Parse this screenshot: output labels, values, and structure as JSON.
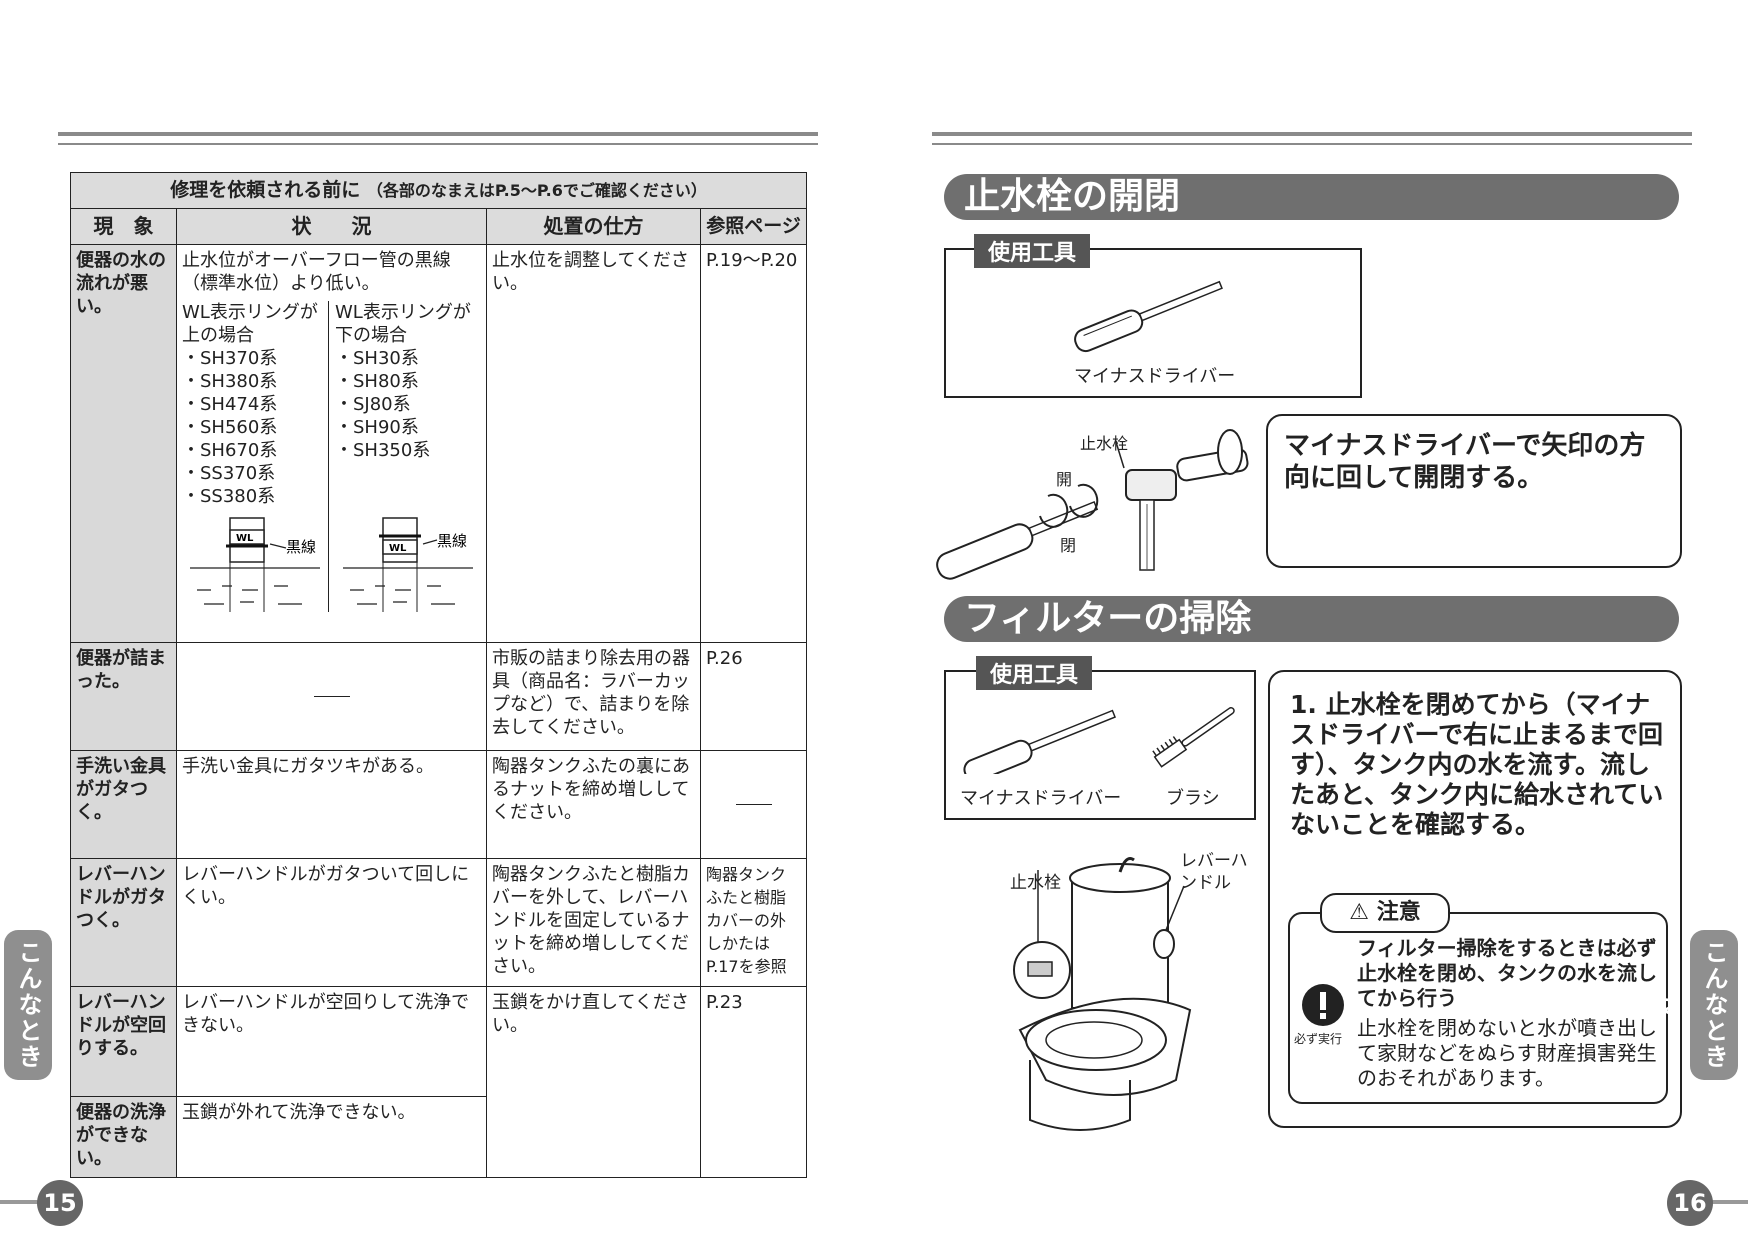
{
  "left_page": {
    "table_caption": "修理を依頼される前に",
    "table_caption_note": "（各部のなまえはP.5～P.6でご確認ください）",
    "headers": [
      "現　象",
      "状　　況",
      "処置の仕方",
      "参照ページ"
    ],
    "row1": {
      "symptom": "便器の水の流れが悪い。",
      "situation": "止水位がオーバーフロー管の黒線（標準水位）より低い。",
      "wl_upper_title": "WL表示リングが上の場合",
      "wl_upper_items": [
        "・SH370系",
        "・SH380系",
        "・SH474系",
        "・SH560系",
        "・SH670系",
        "・SS370系",
        "・SS380系"
      ],
      "wl_lower_title": "WL表示リングが下の場合",
      "wl_lower_items": [
        "・SH30系",
        "・SH80系",
        "・SJ80系",
        "・SH90系",
        "・SH350系"
      ],
      "black_line_label": "黒線",
      "wl_badge": "WL",
      "action": "止水位を調整してください。",
      "page": "P.19～P.20"
    },
    "row2": {
      "symptom": "便器が詰まった。",
      "action": "市販の詰まり除去用の器具（商品名：ラバーカップなど）で、詰まりを除去してください。",
      "page": "P.26"
    },
    "row3": {
      "symptom": "手洗い金具がガタつく。",
      "situation": "手洗い金具にガタツキがある。",
      "action": "陶器タンクふたの裏にあるナットを締め増ししてください。"
    },
    "row4": {
      "symptom": "レバーハンドルがガタつく。",
      "situation": "レバーハンドルがガタついて回しにくい。",
      "action": "陶器タンクふたと樹脂カバーを外して、レバーハンドルを固定しているナットを締め増ししてください。",
      "page": "陶器タンクふたと樹脂カバーの外しかたはP.17を参照"
    },
    "row5": {
      "symptom": "レバーハンドルが空回りする。",
      "situation": "レバーハンドルが空回りして洗浄できない。",
      "action": "玉鎖をかけ直してください。",
      "page": "P.23"
    },
    "row6": {
      "symptom": "便器の洗浄ができない。",
      "situation": "玉鎖が外れて洗浄できない。"
    },
    "side_tab": "こんなときは",
    "page_number": "15"
  },
  "right_page": {
    "section1_title": "止水栓の開閉",
    "tool_label": "使用工具",
    "screwdriver_label": "マイナスドライバー",
    "valve_label": "止水栓",
    "open_label": "開",
    "close_label": "閉",
    "section1_instruction": "マイナスドライバーで矢印の方向に回して開閉する。",
    "section2_title": "フィルターの掃除",
    "brush_label": "ブラシ",
    "lever_label": "レバーハンドル",
    "step1": "1. 止水栓を閉めてから（マイナスドライバーで右に止まるまで回す）、タンク内の水を流す。流したあと、タンク内に給水されていないことを確認する。",
    "caution_title": "注意",
    "caution_bold": "フィルター掃除をするときは必ず止水栓を閉め、タンクの水を流してから行う",
    "caution_icon_label": "必ず実行",
    "caution_text": "止水栓を閉めないと水が噴き出して家財などをぬらす財産損害発生のおそれがあります。",
    "side_tab": "こんなときは",
    "page_number": "16"
  }
}
